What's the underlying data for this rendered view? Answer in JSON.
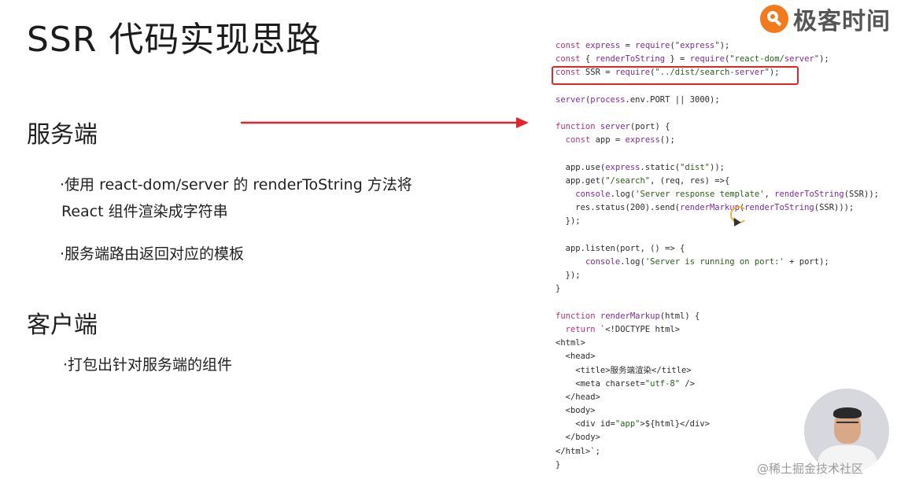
{
  "slide": {
    "title": "SSR 代码实现思路"
  },
  "brand": {
    "name": "极客时间",
    "logo_icon": "geektime-logo-icon",
    "accent": "#f07a1c"
  },
  "server_section": {
    "heading": "服务端",
    "bullets": [
      "·使用 react-dom/server 的 renderToString 方法将",
      "React 组件渲染成字符串",
      "·服务端路由返回对应的模板"
    ]
  },
  "client_section": {
    "heading": "客户端",
    "bullets": [
      "·打包出针对服务端的组件"
    ]
  },
  "code": {
    "lines": [
      "const express = require(\"express\");",
      "const { renderToString } = require(\"react-dom/server\");",
      "const SSR = require(\"../dist/search-server\");",
      "",
      "server(process.env.PORT || 3000);",
      "",
      "function server(port) {",
      "  const app = express();",
      "",
      "  app.use(express.static(\"dist\"));",
      "  app.get(\"/search\", (req, res) =>{",
      "    console.log('Server response template', renderToString(SSR));",
      "    res.status(200).send(renderMarkup(renderToString(SSR)));",
      "  });",
      "",
      "  app.listen(port, () => {",
      "      console.log('Server is running on port:' + port);",
      "  });",
      "}",
      "",
      "function renderMarkup(html) {",
      "  return `<!DOCTYPE html>",
      "<html>",
      "  <head>",
      "    <title>服务端渲染</title>",
      "    <meta charset=\"utf-8\" />",
      "  </head>",
      "  <body>",
      "    <div id=\"app\">${html}</div>",
      "  </body>",
      "</html>`;",
      "}"
    ],
    "highlight_color": "#e0262a"
  },
  "arrow": {
    "color": "#e0262a"
  },
  "watermark": "@稀土掘金技术社区"
}
